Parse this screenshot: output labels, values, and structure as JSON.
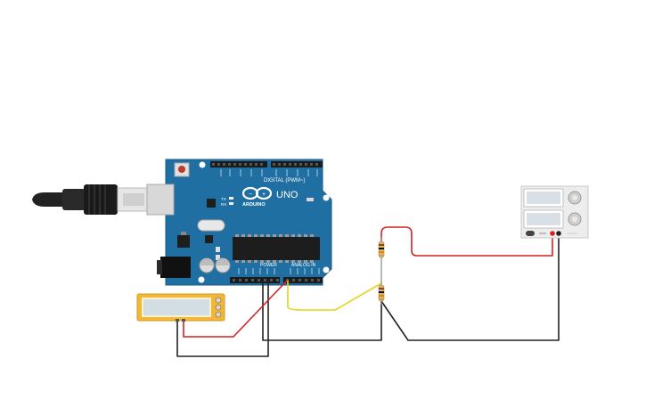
{
  "board": {
    "brand": "ARDUINO",
    "model": "UNO",
    "digital_label": "DIGITAL (PWM~)",
    "power_label": "POWER",
    "analog_label": "ANALOG IN",
    "tx_label": "TX",
    "rx_label": "RX",
    "board_color": "#1f6fa3"
  },
  "wires": {
    "red": "#d62020",
    "black": "#222222",
    "yellow": "#e8d21c"
  },
  "components": {
    "usb_cable": "usb-cable",
    "lcd_display": "lcd-display",
    "resistor_top": "resistor",
    "resistor_bottom": "resistor",
    "power_supply": "dc-power-supply"
  }
}
